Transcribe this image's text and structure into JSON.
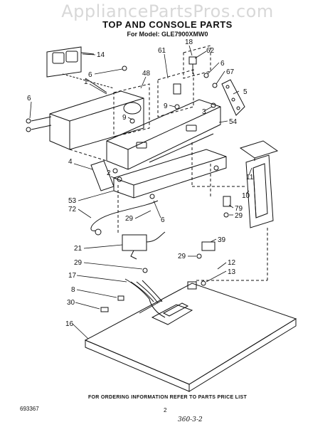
{
  "watermark": "AppliancePartsPros.com",
  "title": "TOP AND CONSOLE PARTS",
  "model_line": "For Model: GLE7900XMW0",
  "callouts": {
    "c14": "14",
    "c6a": "6",
    "c1": "1",
    "c48": "48",
    "c6b": "6",
    "c9a": "9",
    "c61": "61",
    "c18": "18",
    "c62": "62",
    "c6c": "6",
    "c67": "67",
    "c5": "5",
    "c9b": "9",
    "c3": "3",
    "c54": "54",
    "c4": "4",
    "c2": "2",
    "c11": "11",
    "c53": "53",
    "c72": "72",
    "c10": "10",
    "c29a": "29",
    "c6d": "6",
    "c79": "79",
    "c29b": "29",
    "c39": "39",
    "c21": "21",
    "c29c": "29",
    "c29d": "29",
    "c12": "12",
    "c13": "13",
    "c17": "17",
    "c8": "8",
    "c30": "30",
    "c16": "16"
  },
  "footer": "FOR ORDERING INFORMATION REFER TO PARTS PRICE LIST",
  "doc_number": "693367",
  "page_number": "2",
  "handwritten_note": "360-3-2"
}
